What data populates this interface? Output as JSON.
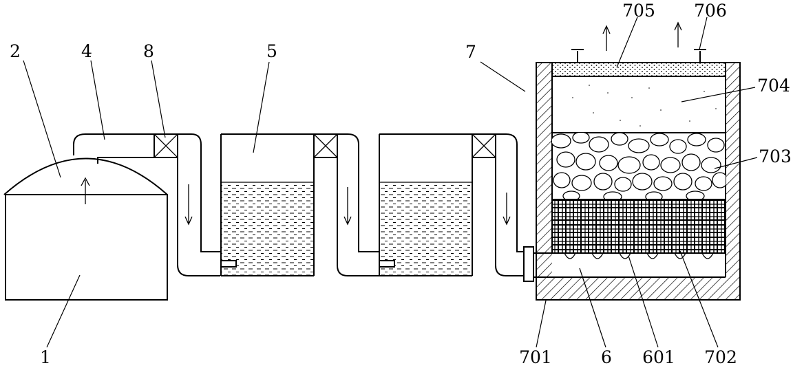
{
  "labels": {
    "n1": "1",
    "n2": "2",
    "n4": "4",
    "n8": "8",
    "n5": "5",
    "n7": "7",
    "n705": "705",
    "n706": "706",
    "n704": "704",
    "n703": "703",
    "n701": "701",
    "n6": "6",
    "n601": "601",
    "n702": "702"
  },
  "colors": {
    "line": "#000000",
    "background": "#ffffff"
  }
}
